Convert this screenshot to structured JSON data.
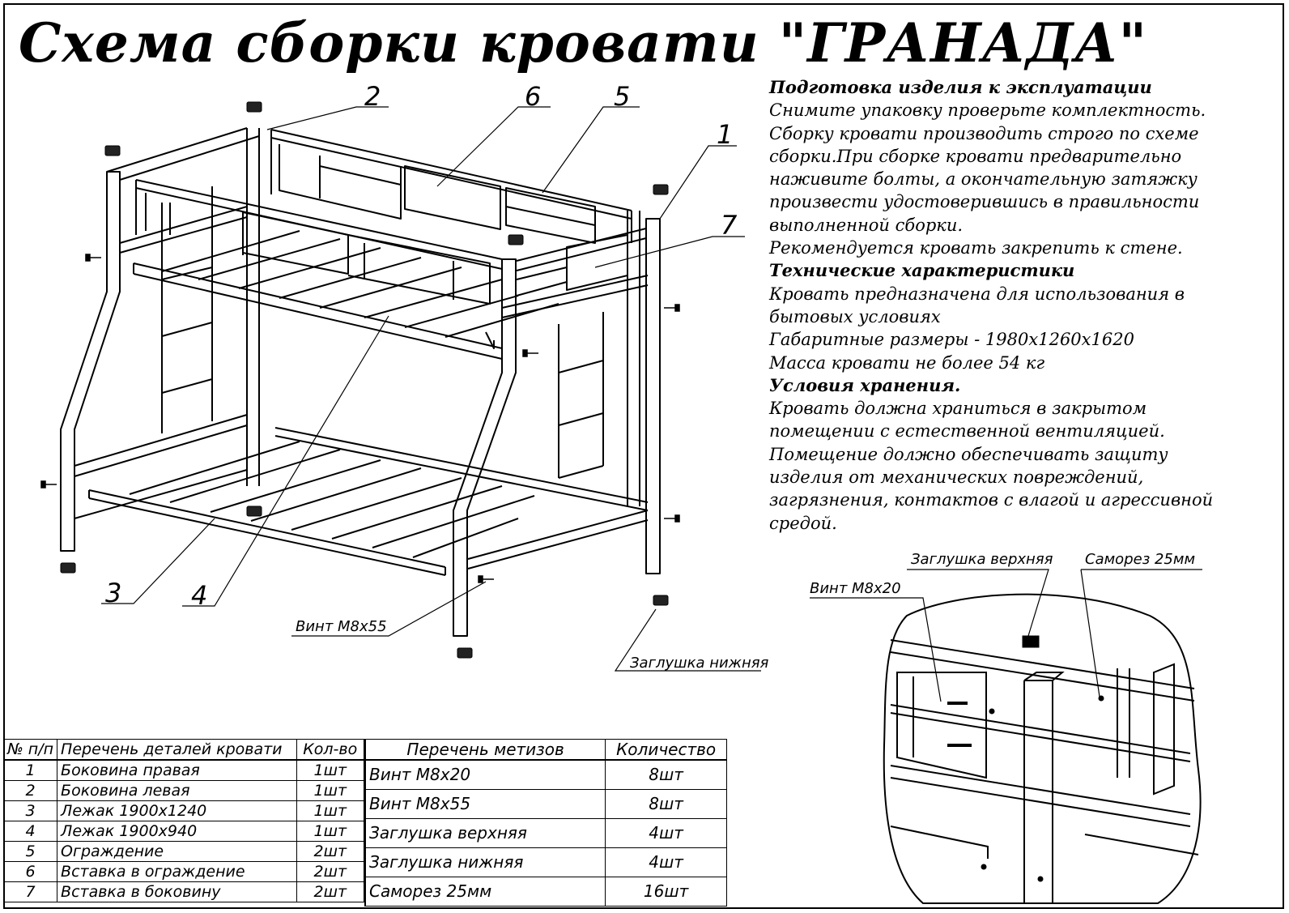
{
  "title": "Схема сборки кровати \"ГРАНАДА\"",
  "notes": [
    {
      "text": "Подготовка изделия к эксплуатации",
      "heading": true
    },
    {
      "text": "Снимите упаковку проверьте комплектность."
    },
    {
      "text": "Сборку кровати производить строго по схеме"
    },
    {
      "text": "сборки.При сборке кровати  предварительно"
    },
    {
      "text": "наживите  болты, а окончательную затяжку"
    },
    {
      "text": "произвести удостоверившись в правильности"
    },
    {
      "text": "выполненной сборки."
    },
    {
      "text": "Рекомендуется кровать закрепить к стене."
    },
    {
      "text": " Технические характеристики",
      "heading": true
    },
    {
      "text": "Кровать предназначена для использования в"
    },
    {
      "text": " бытовых условиях"
    },
    {
      "text": "Габаритные размеры - 1980х1260х1620"
    },
    {
      "text": "Масса кровати не более 54 кг"
    },
    {
      "text": " Условия хранения.",
      "heading": true
    },
    {
      "text": "Кровать должна храниться в закрытом"
    },
    {
      "text": "помещении с естественной вентиляцией."
    },
    {
      "text": "Помещение должно обеспечивать защиту"
    },
    {
      "text": "изделия от механических повреждений,"
    },
    {
      "text": "загрязнения, контактов с влагой и агрессивной"
    },
    {
      "text": "средой."
    }
  ],
  "callouts": {
    "n1": "1",
    "n2": "2",
    "n3": "3",
    "n4": "4",
    "n5": "5",
    "n6": "6",
    "n7": "7",
    "vint_m8x55": "Винт М8х55",
    "zaglushka_nizhnyaya": "Заглушка нижняя",
    "zaglushka_verkhnyaya": "Заглушка верхняя",
    "samorez": "Саморез 25мм",
    "vint_m8x20": "Винт М8х20"
  },
  "parts_table": {
    "headers": [
      "№ п/п",
      "Перечень деталей кровати",
      "Кол-во"
    ],
    "rows": [
      [
        "1",
        "Боковина правая",
        "1шт"
      ],
      [
        "2",
        "Боковина левая",
        "1шт"
      ],
      [
        "3",
        "Лежак 1900х1240",
        "1шт"
      ],
      [
        "4",
        "Лежак 1900х940",
        "1шт"
      ],
      [
        "5",
        "Ограждение",
        "2шт"
      ],
      [
        "6",
        "Вставка в ограждение",
        "2шт"
      ],
      [
        "7",
        "Вставка в боковину",
        "2шт"
      ]
    ]
  },
  "hardware_table": {
    "headers": [
      "Перечень метизов",
      "Количество"
    ],
    "rows": [
      [
        "Винт М8х20",
        "8шт"
      ],
      [
        "Винт М8х55",
        "8шт"
      ],
      [
        "Заглушка верхняя",
        "4шт"
      ],
      [
        "Заглушка нижняя",
        "4шт"
      ],
      [
        "Саморез 25мм",
        "16шт"
      ]
    ]
  }
}
